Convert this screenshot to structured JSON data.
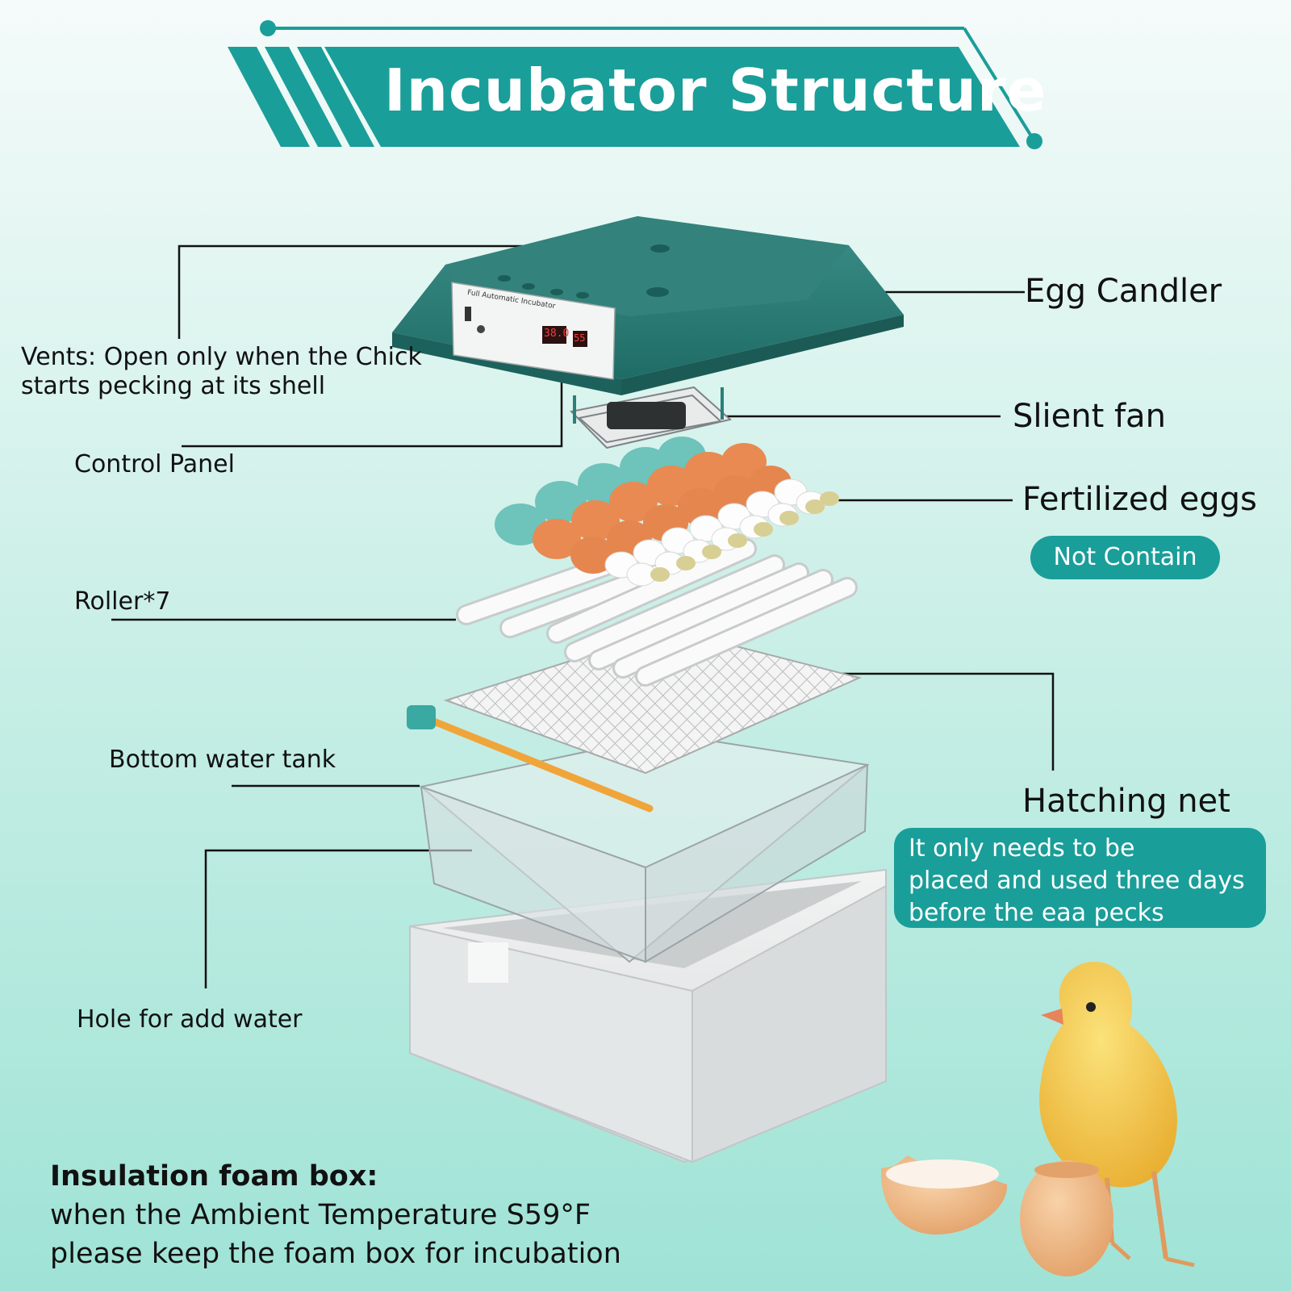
{
  "title": "Incubator Structure",
  "labels": {
    "vents_line1": "Vents: Open only when the Chick",
    "vents_line2": "starts pecking at its shell",
    "control_panel": "Control Panel",
    "roller": "Roller*7",
    "bottom_water_tank": "Bottom water tank",
    "hole_for_add_water": "Hole for add water",
    "egg_candler": "Egg Candler",
    "silent_fan": "Slient fan",
    "fertilized_eggs": "Fertilized eggs",
    "not_contain": "Not Contain",
    "hatching_net": "Hatching net",
    "hatching_note": [
      "It only needs to be",
      "placed and used three days",
      "before the eaa pecks"
    ]
  },
  "foam": {
    "heading": "Insulation foam box:",
    "line1": "when the Ambient Temperature S59°F",
    "line2": "please keep the foam box for incubation"
  },
  "panel_text": {
    "brand": "Full Automatic Incubator",
    "display1": "38.0",
    "display2": "55"
  },
  "colors": {
    "accent": "#1a9e99",
    "lid": "#2a7f79",
    "egg_brown": "#e98a52",
    "egg_teal": "#6ec3bb",
    "chick": "#f4c84a"
  }
}
